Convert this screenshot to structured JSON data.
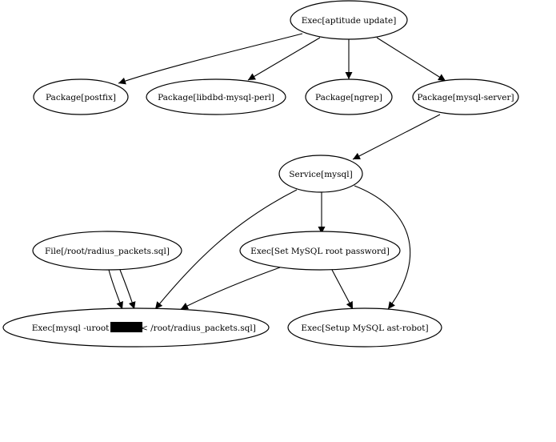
{
  "graph": {
    "nodes": [
      {
        "id": "exec_aptitude",
        "label": "Exec[aptitude update]"
      },
      {
        "id": "pkg_postfix",
        "label": "Package[postfix]"
      },
      {
        "id": "pkg_libdbd",
        "label": "Package[libdbd-mysql-perl]"
      },
      {
        "id": "pkg_ngrep",
        "label": "Package[ngrep]"
      },
      {
        "id": "pkg_mysql_server",
        "label": "Package[mysql-server]"
      },
      {
        "id": "svc_mysql",
        "label": "Service[mysql]"
      },
      {
        "id": "file_radius",
        "label": "File[/root/radius_packets.sql]"
      },
      {
        "id": "exec_set_root",
        "label": "Exec[Set MySQL root password]"
      },
      {
        "id": "exec_mysql_import",
        "label_before": "Exec[mysql -uroot -p",
        "label_after": " < /root/radius_packets.sql]",
        "redacted": true
      },
      {
        "id": "exec_setup_mysql",
        "label": "Exec[Setup MySQL ast-robot]"
      }
    ],
    "edges": [
      {
        "from": "exec_aptitude",
        "to": "pkg_postfix"
      },
      {
        "from": "exec_aptitude",
        "to": "pkg_libdbd"
      },
      {
        "from": "exec_aptitude",
        "to": "pkg_ngrep"
      },
      {
        "from": "exec_aptitude",
        "to": "pkg_mysql_server"
      },
      {
        "from": "pkg_mysql_server",
        "to": "svc_mysql"
      },
      {
        "from": "svc_mysql",
        "to": "exec_mysql_import"
      },
      {
        "from": "svc_mysql",
        "to": "exec_set_root"
      },
      {
        "from": "svc_mysql",
        "to": "exec_setup_mysql"
      },
      {
        "from": "file_radius",
        "to": "exec_mysql_import"
      },
      {
        "from": "file_radius",
        "to": "exec_mysql_import"
      },
      {
        "from": "exec_set_root",
        "to": "exec_mysql_import"
      },
      {
        "from": "exec_set_root",
        "to": "exec_setup_mysql"
      }
    ]
  }
}
